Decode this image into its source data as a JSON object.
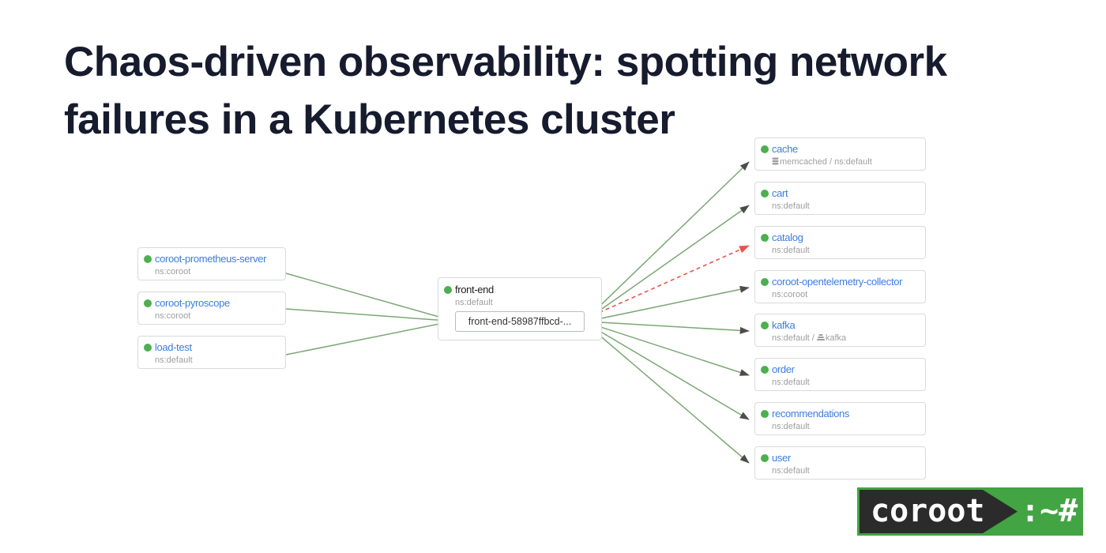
{
  "heading": {
    "line1": "Chaos-driven observability: spotting network",
    "line2": "failures in a Kubernetes cluster"
  },
  "graph": {
    "left_nodes": [
      {
        "name": "coroot-prometheus-server",
        "namespace": "ns:coroot"
      },
      {
        "name": "coroot-pyroscope",
        "namespace": "ns:coroot"
      },
      {
        "name": "load-test",
        "namespace": "ns:default"
      }
    ],
    "center": {
      "name": "front-end",
      "namespace": "ns:default",
      "pod": "front-end-58987ffbcd-..."
    },
    "right_nodes": [
      {
        "name": "cache",
        "sub_a": "",
        "icon": "database",
        "sub_b": "memcached / ns:default"
      },
      {
        "name": "cart",
        "sub_a": "ns:default",
        "icon": "",
        "sub_b": ""
      },
      {
        "name": "catalog",
        "sub_a": "ns:default",
        "icon": "",
        "sub_b": ""
      },
      {
        "name": "coroot-opentelemetry-collector",
        "sub_a": "ns:coroot",
        "icon": "",
        "sub_b": ""
      },
      {
        "name": "kafka",
        "sub_a": "ns:default / ",
        "icon": "queue",
        "sub_b": "kafka"
      },
      {
        "name": "order",
        "sub_a": "ns:default",
        "icon": "",
        "sub_b": ""
      },
      {
        "name": "recommendations",
        "sub_a": "ns:default",
        "icon": "",
        "sub_b": ""
      },
      {
        "name": "user",
        "sub_a": "ns:default",
        "icon": "",
        "sub_b": ""
      }
    ],
    "edge_states": {
      "healthy": "green solid",
      "failing": "red dashed (front-end to catalog)"
    }
  },
  "logo": {
    "text": "coroot",
    "prompt": ":~#"
  },
  "colors": {
    "heading_text": "#171b2e",
    "link_blue": "#3d7de0",
    "status_green": "#4caf50",
    "edge_green": "#7aa874",
    "edge_red": "#e4564d",
    "muted_gray": "#9e9e9e",
    "logo_green": "#42a442",
    "logo_dark": "#2b2b2b"
  }
}
